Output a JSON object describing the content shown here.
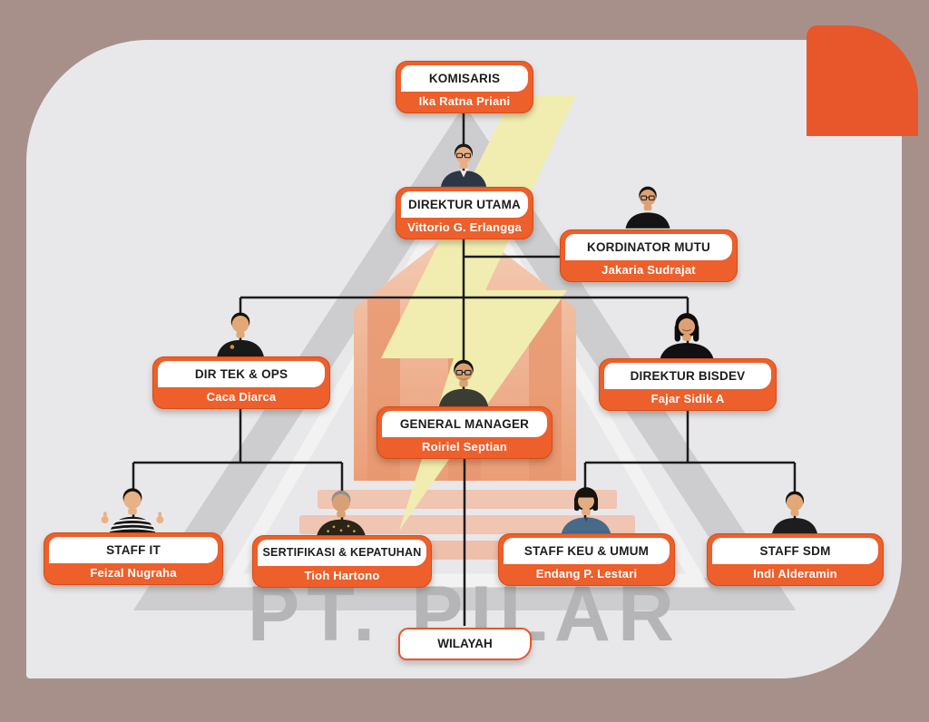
{
  "company": {
    "watermark_text": "PT. PILAR"
  },
  "theme": {
    "background_mauve": "#A8908A",
    "panel_gray": "#E8E8EA",
    "card_orange": "#ED5F2B",
    "card_border_orange": "#D94A17",
    "corner_orange": "#E8572B",
    "title_text": "#1D1D1D",
    "name_text": "#FFFFFF",
    "connector_line": "#1B1B1B",
    "watermark_gray": "#B5B5B7"
  },
  "org": {
    "nodes": [
      {
        "id": "komisaris",
        "title": "KOMISARIS",
        "name": "Ika Ratna Priani"
      },
      {
        "id": "direktur-utama",
        "title": "DIREKTUR UTAMA",
        "name": "Vittorio G. Erlangga"
      },
      {
        "id": "kordinator-mutu",
        "title": "KORDINATOR MUTU",
        "name": "Jakaria Sudrajat"
      },
      {
        "id": "dir-tek-ops",
        "title": "DIR TEK & OPS",
        "name": "Caca Diarca"
      },
      {
        "id": "general-manager",
        "title": "GENERAL MANAGER",
        "name": "Roiriel Septian"
      },
      {
        "id": "direktur-bisdev",
        "title": "DIREKTUR BISDEV",
        "name": "Fajar Sidik A"
      },
      {
        "id": "staff-it",
        "title": "STAFF IT",
        "name": "Feizal Nugraha"
      },
      {
        "id": "sertifikasi",
        "title": "SERTIFIKASI & KEPATUHAN",
        "name": "Tioh Hartono"
      },
      {
        "id": "staff-keu-umum",
        "title": "STAFF KEU & UMUM",
        "name": "Endang P. Lestari"
      },
      {
        "id": "staff-sdm",
        "title": "STAFF SDM",
        "name": "Indi Alderamin"
      },
      {
        "id": "wilayah",
        "title": "WILAYAH",
        "name": ""
      }
    ]
  }
}
